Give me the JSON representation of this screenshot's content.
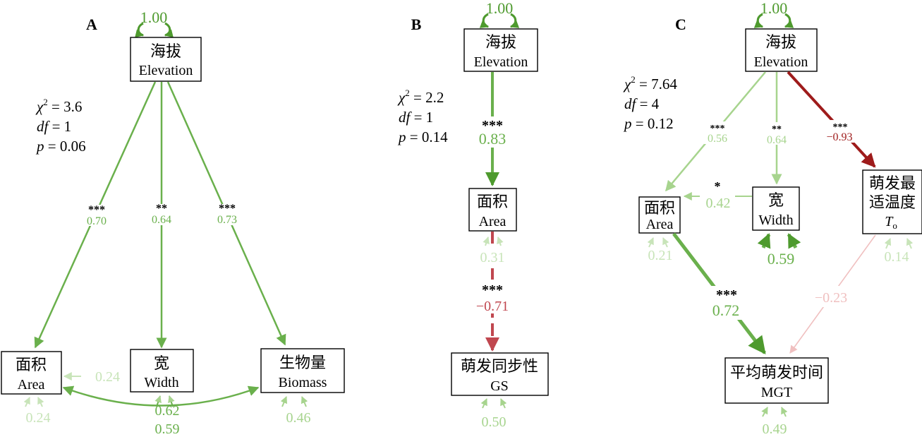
{
  "colors": {
    "green": "#6ab04c",
    "green_light": "#a7d48e",
    "green_pale": "#c8e4b9",
    "green_dark": "#4e9a2e",
    "red_dark": "#9e1b1b",
    "red": "#c0474f",
    "red_pale": "#f0c0c0"
  },
  "panelA": {
    "label": "A",
    "self_loop": "1.00",
    "stats": {
      "chi": "χ",
      "chi_sup": "2",
      "chi_val": " = 3.6",
      "df": "df",
      "df_val": " = 1",
      "p": "p",
      "p_val": " = 0.06"
    },
    "nodes": {
      "elevation": {
        "cn": "海拔",
        "en": "Elevation"
      },
      "area": {
        "cn": "面积",
        "en": "Area"
      },
      "width": {
        "cn": "宽",
        "en": "Width"
      },
      "biomass": {
        "cn": "生物量",
        "en": "Biomass"
      }
    },
    "paths": {
      "elev_area": {
        "sig": "***",
        "coef": "0.70"
      },
      "elev_width": {
        "sig": "**",
        "coef": "0.64"
      },
      "elev_biomass": {
        "sig": "***",
        "coef": "0.73"
      },
      "width_area": {
        "coef": "0.24"
      },
      "area_biomass": {
        "coef": "0.59"
      }
    },
    "residuals": {
      "area": "0.24",
      "width": "0.62",
      "biomass": "0.46"
    }
  },
  "panelB": {
    "label": "B",
    "self_loop": "1.00",
    "stats": {
      "chi": "χ",
      "chi_sup": "2",
      "chi_val": " = 2.2",
      "df": "df",
      "df_val": " = 1",
      "p": "p",
      "p_val": " = 0.14"
    },
    "nodes": {
      "elevation": {
        "cn": "海拔",
        "en": "Elevation"
      },
      "area": {
        "cn": "面积",
        "en": "Area"
      },
      "gs": {
        "cn": "萌发同步性",
        "en": "GS"
      }
    },
    "paths": {
      "elev_area": {
        "sig": "***",
        "coef": "0.83"
      },
      "area_gs": {
        "sig": "***",
        "coef": "−0.71"
      }
    },
    "residuals": {
      "area": "0.31",
      "gs": "0.50"
    }
  },
  "panelC": {
    "label": "C",
    "self_loop": "1.00",
    "stats": {
      "chi": "χ",
      "chi_sup": "2",
      "chi_val": " = 7.64",
      "df": "df",
      "df_val": " = 4",
      "p": "p",
      "p_val": " = 0.12"
    },
    "nodes": {
      "elevation": {
        "cn": "海拔",
        "en": "Elevation"
      },
      "area": {
        "cn": "面积",
        "en": "Area"
      },
      "width": {
        "cn": "宽",
        "en": "Width"
      },
      "to": {
        "cn1": "萌发最",
        "cn2": "适温度",
        "sym": "T",
        "sub": "o"
      },
      "mgt": {
        "cn": "平均萌发时间",
        "en": "MGT"
      }
    },
    "paths": {
      "elev_area": {
        "sig": "***",
        "coef": "0.56"
      },
      "elev_width": {
        "sig": "**",
        "coef": "0.64"
      },
      "elev_to": {
        "sig": "***",
        "coef": "−0.93"
      },
      "width_area": {
        "sig": "*",
        "coef": "0.42"
      },
      "area_mgt": {
        "sig": "***",
        "coef": "0.72"
      },
      "to_mgt": {
        "coef": "−0.23"
      }
    },
    "residuals": {
      "area": "0.21",
      "width": "0.59",
      "to": "0.14",
      "mgt": "0.49"
    }
  }
}
